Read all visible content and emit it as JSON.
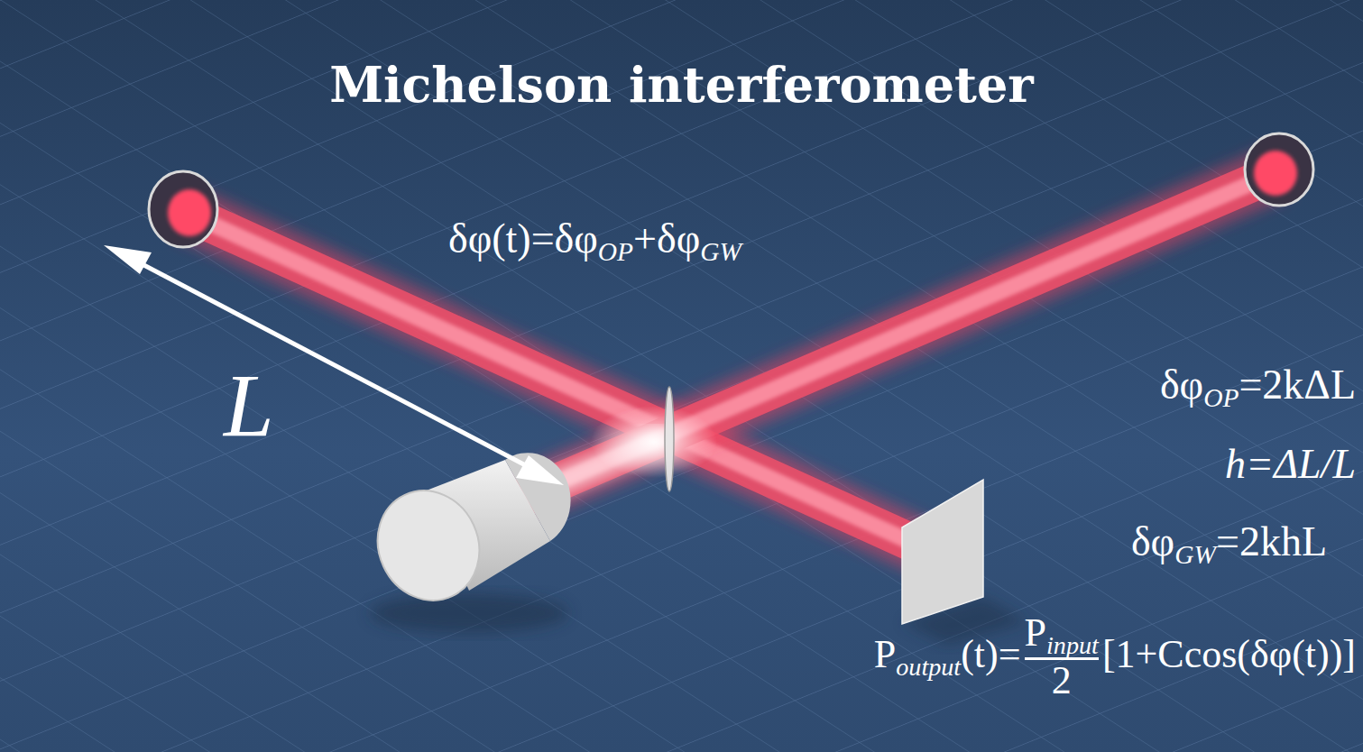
{
  "diagram": {
    "title": "Michelson interferometer",
    "labels": [
      "δφ(t)=δφ",
      "OP",
      "+δφ",
      "GW",
      "L",
      "δφ",
      "OP",
      "=2kΔL",
      "h=ΔL/L",
      "δφ",
      "GW",
      "=2khL",
      "P",
      "output",
      "(t)=",
      "P",
      "input",
      "2",
      "[1+Ccos(δφ(t))]"
    ]
  }
}
